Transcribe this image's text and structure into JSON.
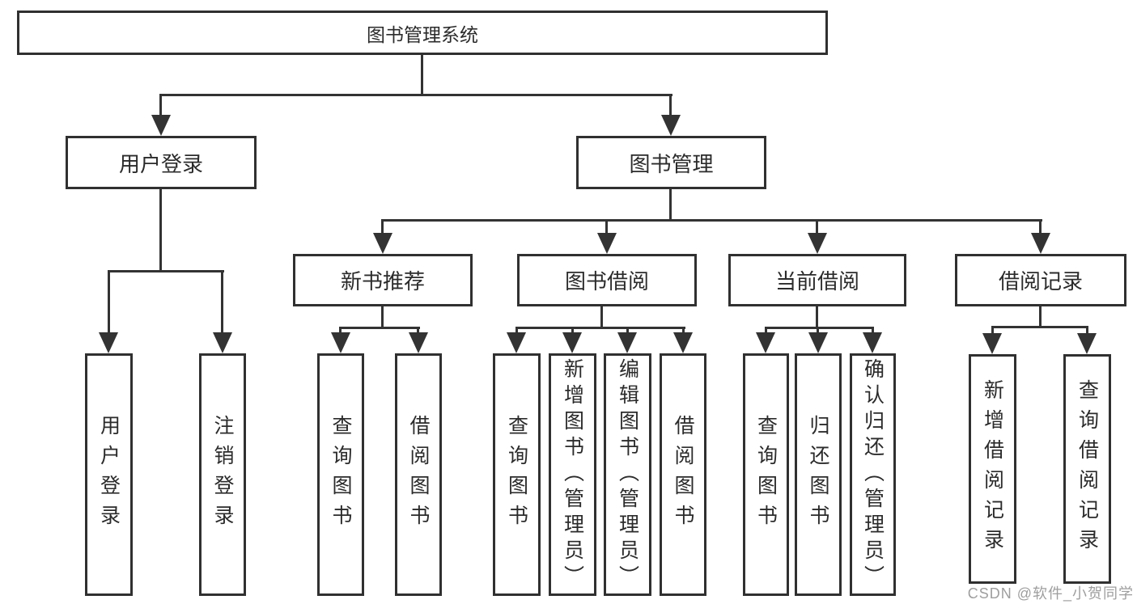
{
  "nodes": {
    "root": "图书管理系统",
    "user_login": "用户登录",
    "book_mgmt": "图书管理",
    "new_rec": "新书推荐",
    "book_borrow": "图书借阅",
    "current_borrow": "当前借阅",
    "borrow_records": "借阅记录",
    "ul_login": "用户登录",
    "ul_logout": "注销登录",
    "nr_query": "查询图书",
    "nr_borrow": "借阅图书",
    "bb_query": "查询图书",
    "bb_add": "新增图书（管理员）",
    "bb_edit": "编辑图书（管理员）",
    "bb_borrow": "借阅图书",
    "cb_query": "查询图书",
    "cb_return": "归还图书",
    "cb_confirm": "确认归还（管理员）",
    "br_add": "新增借阅记录",
    "br_query": "查询借阅记录"
  },
  "hierarchy": {
    "图书管理系统": {
      "用户登录": [
        "用户登录",
        "注销登录"
      ],
      "图书管理": {
        "新书推荐": [
          "查询图书",
          "借阅图书"
        ],
        "图书借阅": [
          "查询图书",
          "新增图书（管理员）",
          "编辑图书（管理员）",
          "借阅图书"
        ],
        "当前借阅": [
          "查询图书",
          "归还图书",
          "确认归还（管理员）"
        ],
        "借阅记录": [
          "新增借阅记录",
          "查询借阅记录"
        ]
      }
    }
  },
  "watermark": "CSDN @软件_小贺同学",
  "colors": {
    "line": "#333333",
    "box_border": "#303030",
    "text": "#2b2b2b",
    "watermark": "#9e9e9e",
    "background": "#ffffff"
  }
}
